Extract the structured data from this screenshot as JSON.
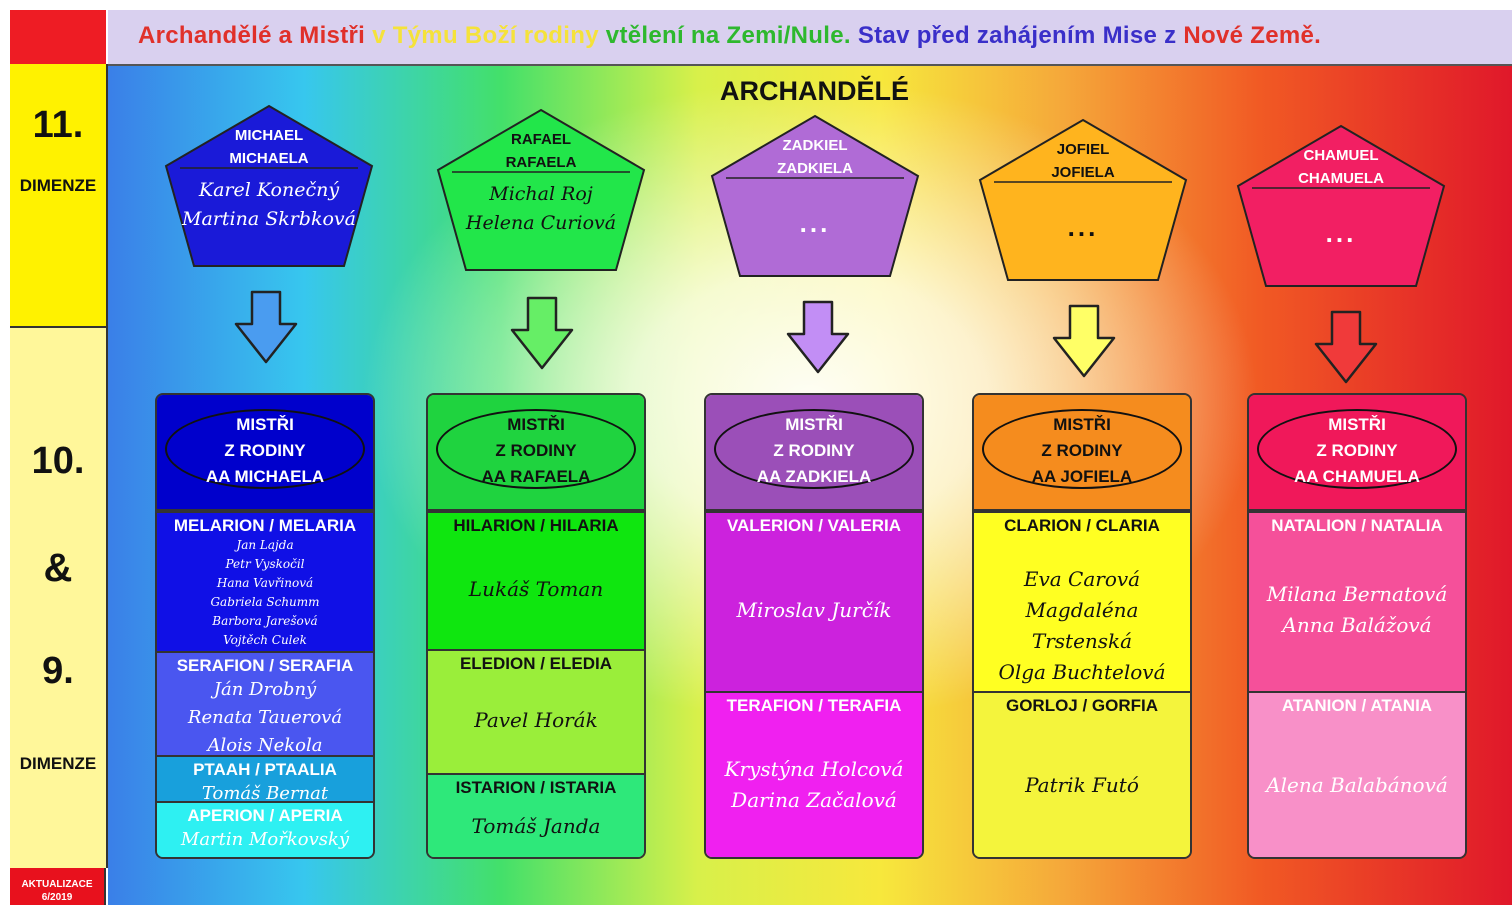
{
  "header": {
    "title_parts": [
      "Archandělé a Mistři",
      " v ",
      "Týmu Boží rodiny",
      " vtělení na Zemi/Nule.",
      " Stav před zahájením Mise z ",
      "Nové Země."
    ]
  },
  "left": {
    "top_num": "11.",
    "top_label": "DIMENZE",
    "num_10": "10.",
    "amp": "&",
    "num_9": "9.",
    "bottom_label": "DIMENZE",
    "update_l1": "AKTUALIZACE",
    "update_l2": "6/2019"
  },
  "section_title": "ARCHANDĚLÉ",
  "archangels": [
    {
      "line1": "MICHAEL",
      "line2": "MICHAELA",
      "people": [
        "Karel Konečný",
        "Martina Skrbková"
      ],
      "dots": "",
      "color": "#1a1ad8",
      "text_color": "#ffffff"
    },
    {
      "line1": "RAFAEL",
      "line2": "RAFAELA",
      "people": [
        "Michal Roj",
        "Helena Curiová"
      ],
      "dots": "",
      "color": "#22e64a",
      "text_color": "#111111"
    },
    {
      "line1": "ZADKIEL",
      "line2": "ZADKIELA",
      "people": [],
      "dots": "...",
      "color": "#b06bd6",
      "text_color": "#ffffff"
    },
    {
      "line1": "JOFIEL",
      "line2": "JOFIELA",
      "people": [],
      "dots": "...",
      "color": "#ffb41e",
      "text_color": "#111111"
    },
    {
      "line1": "CHAMUEL",
      "line2": "CHAMUELA",
      "people": [],
      "dots": "...",
      "color": "#f21f63",
      "text_color": "#ffffff"
    }
  ],
  "arrow_colors": [
    "#4a9cf0",
    "#66ee66",
    "#c28ef5",
    "#ffff66",
    "#f03a3a"
  ],
  "masters": [
    {
      "h1": "MISTŘI",
      "h2": "Z RODINY",
      "h3": "AA MICHAELA",
      "head_color": "#0000cc",
      "head_text": "#ffffff",
      "sections": [
        {
          "name": "MELARION / MELARIA",
          "people": [
            "Jan Lajda",
            "Petr Vyskočil",
            "Hana Vavřinová",
            "Gabriela Schumm",
            "Barbora Jarešová",
            "Vojtěch Culek"
          ],
          "color": "#1010e6",
          "text": "#ffffff"
        },
        {
          "name": "SERAFION / SERAFIA",
          "people": [
            "Ján Drobný",
            "Renata Tauerová",
            "Alois Nekola"
          ],
          "color": "#4a56f0",
          "text": "#ffffff"
        },
        {
          "name": "PTAAH / PTAALIA",
          "people": [
            "Tomáš Bernat"
          ],
          "color": "#18a0dc",
          "text": "#ffffff"
        },
        {
          "name": "APERION / APERIA",
          "people": [
            "Martin Mořkovský"
          ],
          "color": "#2ef0f2",
          "text": "#ffffff"
        }
      ]
    },
    {
      "h1": "MISTŘI",
      "h2": "Z RODINY",
      "h3": "AA RAFAELA",
      "head_color": "#1fd33f",
      "head_text": "#111111",
      "sections": [
        {
          "name": "HILARION / HILARIA",
          "people": [
            "Lukáš Toman"
          ],
          "color": "#0fe60f",
          "text": "#111111"
        },
        {
          "name": "ELEDION / ELEDIA",
          "people": [
            "Pavel Horák"
          ],
          "color": "#9aee3a",
          "text": "#111111"
        },
        {
          "name": "ISTARION / ISTARIA",
          "people": [
            "Tomáš Janda"
          ],
          "color": "#2ee87a",
          "text": "#111111"
        }
      ]
    },
    {
      "h1": "MISTŘI",
      "h2": "Z RODINY",
      "h3": "AA ZADKIELA",
      "head_color": "#9b4fb8",
      "head_text": "#ffffff",
      "sections": [
        {
          "name": "VALERION / VALERIA",
          "people": [
            "Miroslav Jurčík"
          ],
          "color": "#cc22dd",
          "text": "#ffffff"
        },
        {
          "name": "TERAFION / TERAFIA",
          "people": [
            "Krystýna Holcová",
            "Darina Začalová"
          ],
          "color": "#f020f0",
          "text": "#ffffff"
        }
      ]
    },
    {
      "h1": "MISTŘI",
      "h2": "Z RODINY",
      "h3": "AA JOFIELA",
      "head_color": "#f58c1e",
      "head_text": "#111111",
      "sections": [
        {
          "name": "CLARION / CLARIA",
          "people": [
            "Eva Carová",
            "Magdaléna Trstenská",
            "Olga Buchtelová"
          ],
          "color": "#ffff22",
          "text": "#111111"
        },
        {
          "name": "GORLOJ / GORFIA",
          "people": [
            "Patrik Futó"
          ],
          "color": "#f4f43c",
          "text": "#111111"
        }
      ]
    },
    {
      "h1": "MISTŘI",
      "h2": "Z RODINY",
      "h3": "AA CHAMUELA",
      "head_color": "#f0185a",
      "head_text": "#ffffff",
      "sections": [
        {
          "name": "NATALION / NATALIA",
          "people": [
            "Milana Bernatová",
            "Anna Balážová"
          ],
          "color": "#f5509a",
          "text": "#ffffff"
        },
        {
          "name": "ATANION / ATANIA",
          "people": [
            "Alena Balabánová"
          ],
          "color": "#f890c8",
          "text": "#ffffff"
        }
      ]
    }
  ]
}
